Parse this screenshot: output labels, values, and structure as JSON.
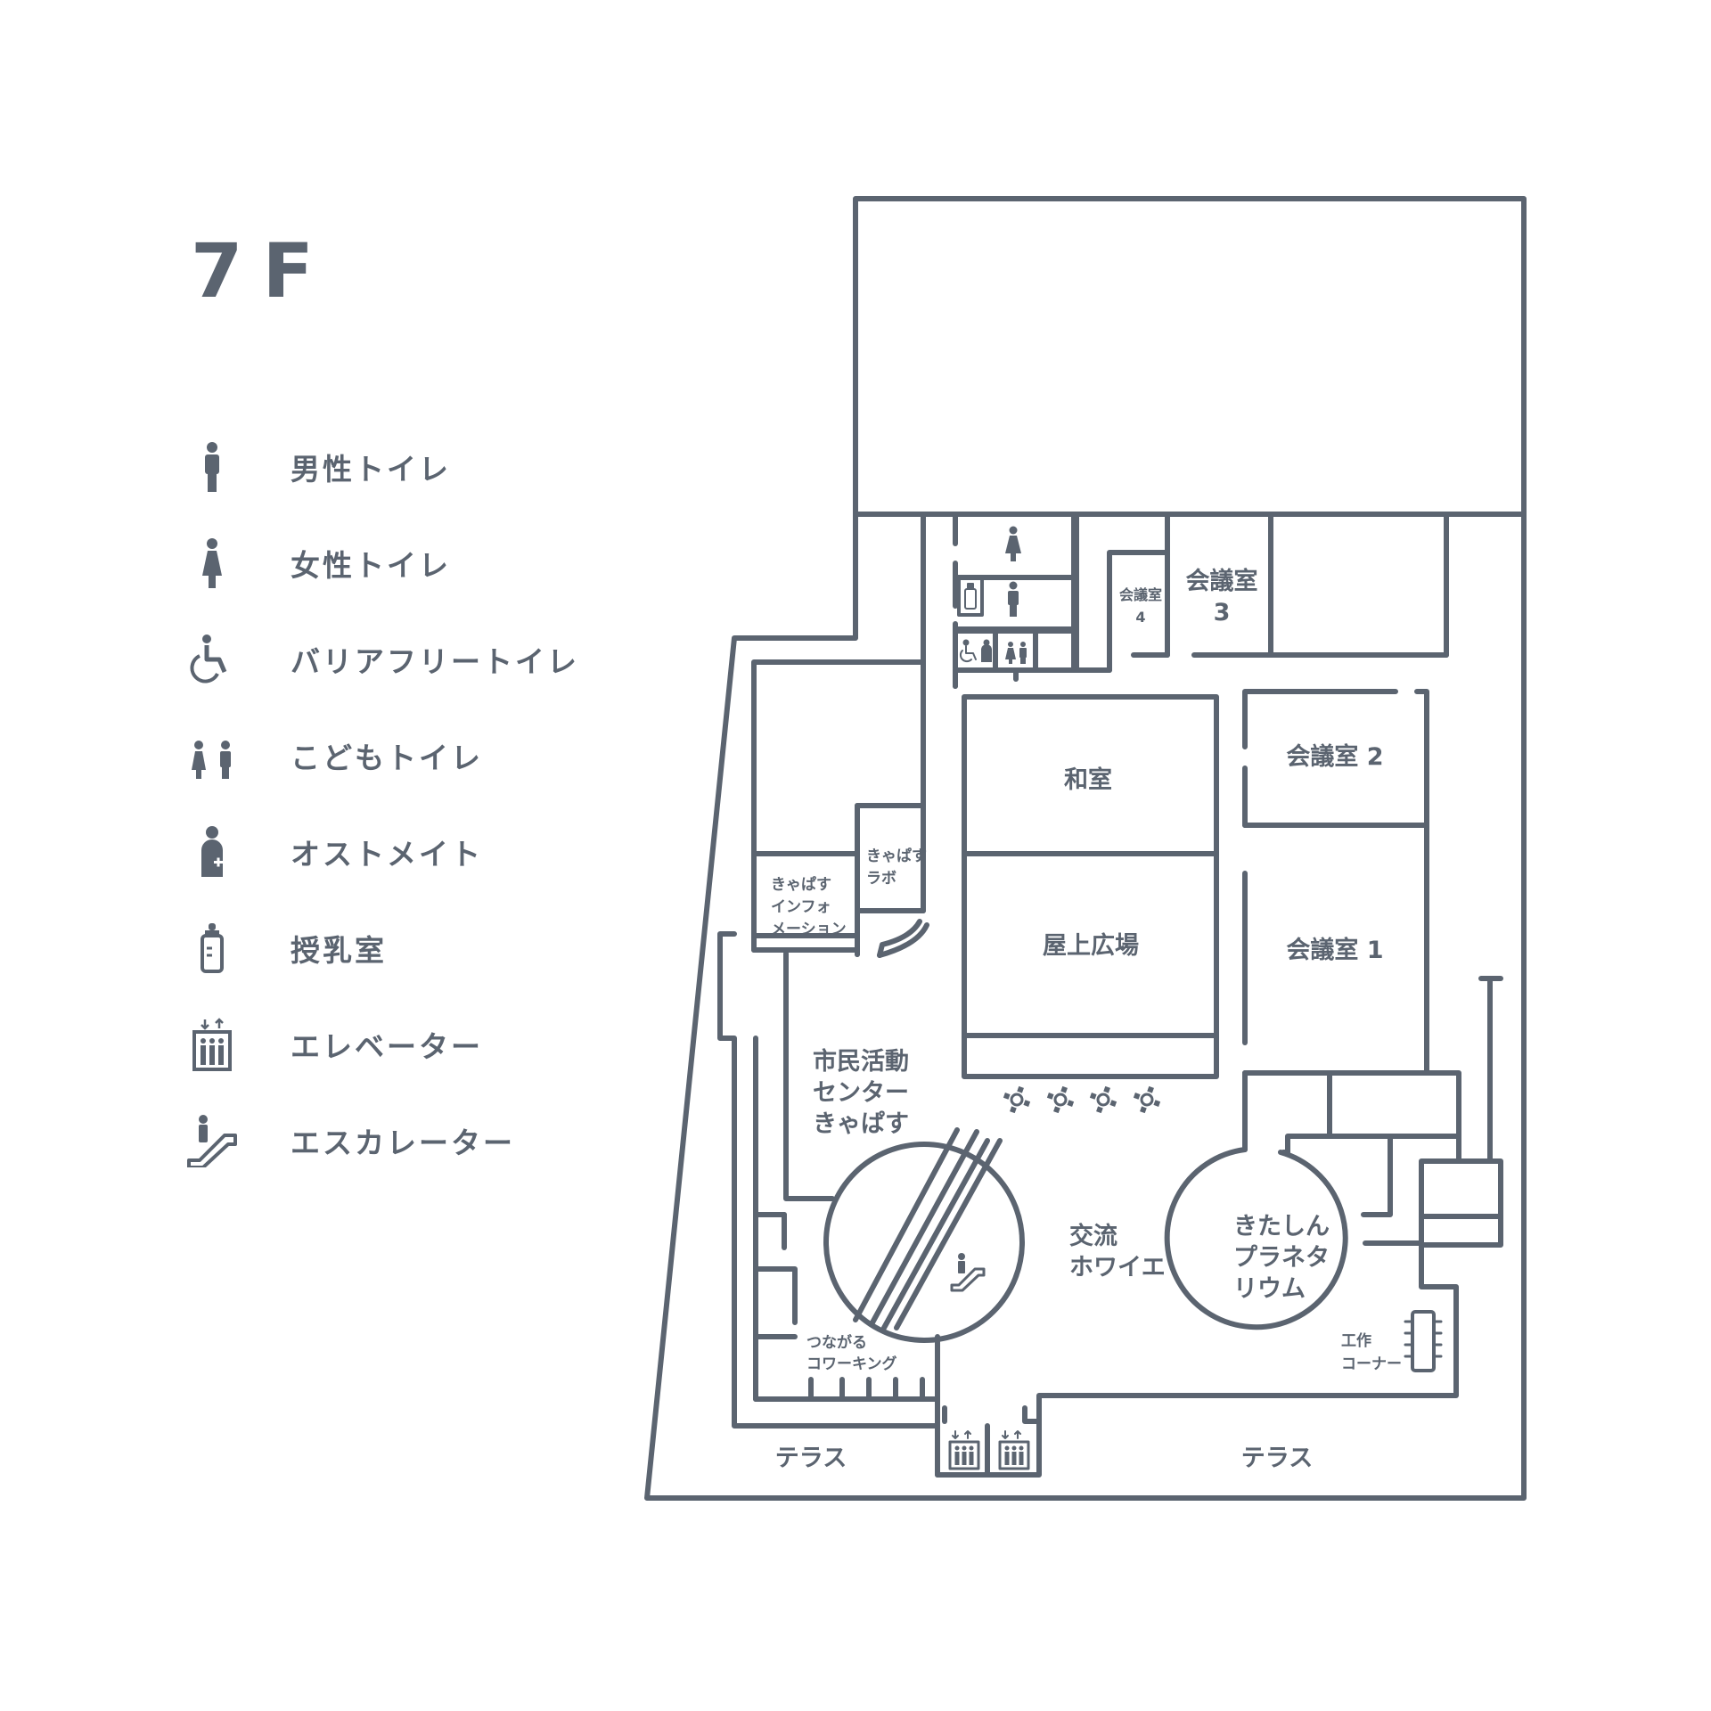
{
  "floor": {
    "title": "7F"
  },
  "legend": {
    "items": [
      {
        "icon": "male-toilet-icon",
        "label": "男性トイレ"
      },
      {
        "icon": "female-toilet-icon",
        "label": "女性トイレ"
      },
      {
        "icon": "barrier-free-toilet-icon",
        "label": "バリアフリートイレ"
      },
      {
        "icon": "kids-toilet-icon",
        "label": "こどもトイレ"
      },
      {
        "icon": "ostomate-icon",
        "label": "オストメイト"
      },
      {
        "icon": "nursing-room-icon",
        "label": "授乳室"
      },
      {
        "icon": "elevator-icon",
        "label": "エレベーター"
      },
      {
        "icon": "escalator-icon",
        "label": "エスカレーター"
      }
    ]
  },
  "rooms": {
    "washitsu": "和室",
    "rooftop_plaza": "屋上広場",
    "meeting_room_1": "会議室 1",
    "meeting_room_2": "会議室 2",
    "meeting_room_3_name": "会議室",
    "meeting_room_3_num": "3",
    "meeting_room_4_name": "会議室",
    "meeting_room_4_num": "4",
    "capas_lab_line1": "きゃぱす",
    "capas_lab_line2": "ラボ",
    "capas_info_line1": "きゃぱす",
    "capas_info_line2": "インフォ",
    "capas_info_line3": "メーション",
    "civic_center_line1": "市民活動",
    "civic_center_line2": "センター",
    "civic_center_line3": "きゃぱす",
    "foyer_line1": "交流",
    "foyer_line2": "ホワイエ",
    "planetarium_line1": "きたしん",
    "planetarium_line2": "プラネタ",
    "planetarium_line3": "リウム",
    "coworking_line1": "つながる",
    "coworking_line2": "コワーキング",
    "craft_line1": "工作",
    "craft_line2": "コーナー",
    "terrace_left": "テラス",
    "terrace_right": "テラス"
  },
  "colors": {
    "stroke": "#5b6470",
    "background": "#ffffff"
  }
}
